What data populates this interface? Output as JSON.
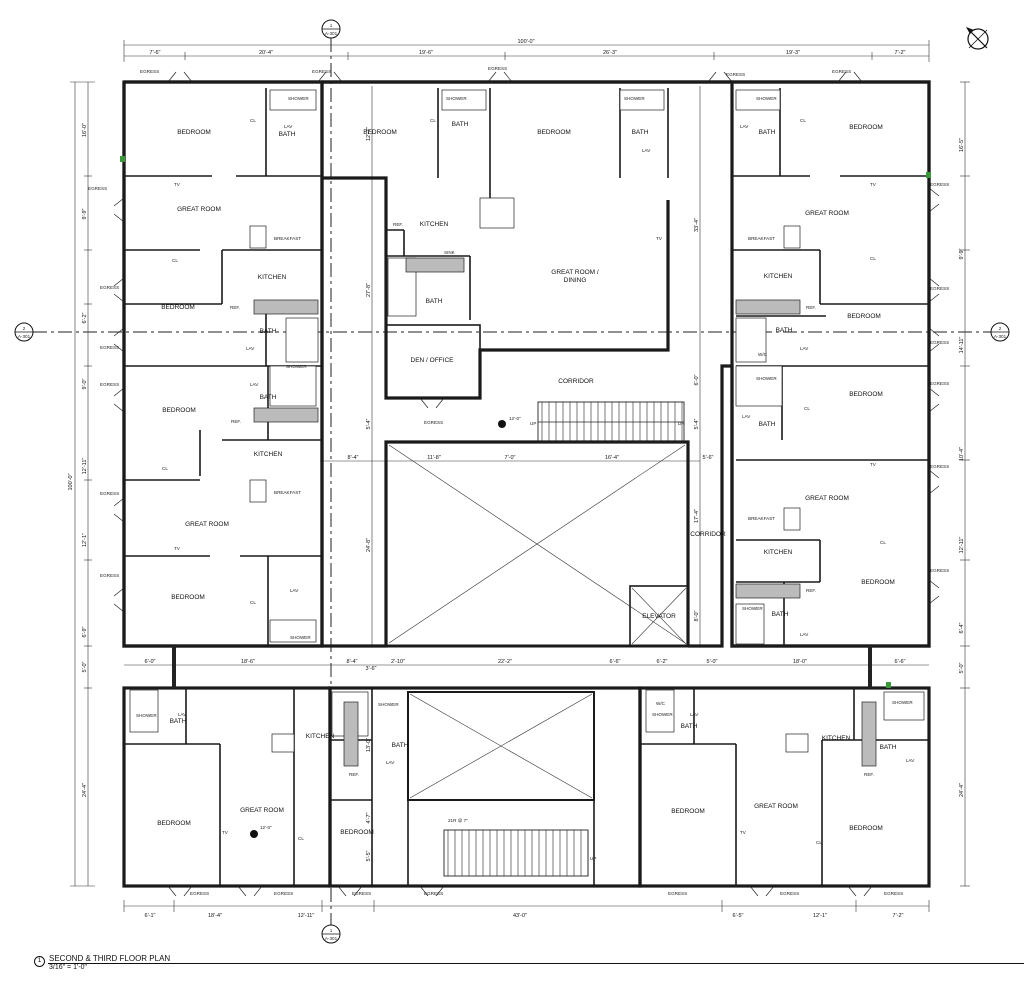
{
  "drawing": {
    "title": "SECOND & THIRD FLOOR PLAN",
    "scale": "3/16\" = 1'-0\"",
    "view_number": "1"
  },
  "section_markers": {
    "top": {
      "num": "1",
      "sheet": "A-301"
    },
    "bottom": {
      "num": "1",
      "sheet": "A-301"
    },
    "left": {
      "num": "2",
      "sheet": "A-301"
    },
    "right": {
      "num": "2",
      "sheet": "A-301"
    }
  },
  "top_dimensions": {
    "overall": "100'-0\"",
    "segments": [
      "7'-6\"",
      "20'-4\"",
      "19'-6\"",
      "26'-3\"",
      "19'-3\"",
      "7'-2\""
    ]
  },
  "bottom_dimensions": {
    "segments": [
      "6'-1\"",
      "18'-4\"",
      "12'-11\"",
      "43'-0\"",
      "6'-5\"",
      "12'-1\"",
      "7'-2\""
    ]
  },
  "left_dimensions": {
    "overall": "100'-0\"",
    "segments": [
      "16'-0\"",
      "9'-9\"",
      "6'-2\"",
      "9'-0\"",
      "12'-11\"",
      "12'-1\"",
      "6'-9\"",
      "5'-0\"",
      "24'-4\""
    ]
  },
  "right_dimensions": {
    "segments": [
      "16'-5\"",
      "9'-9\"",
      "14'-11\"",
      "10'-4\"",
      "12'-11\"",
      "6'-4\"",
      "5'-0\"",
      "24'-4\""
    ]
  },
  "interior_dimensions": {
    "courtyard_top": [
      "8'-4\"",
      "11'-8\"",
      "7'-0\"",
      "16'-4\"",
      "5'-6\""
    ],
    "lower_row": [
      "6'-0\"",
      "18'-6\"",
      "8'-4\"",
      "3'-6\"",
      "2'-10\"",
      "22'-2\"",
      "6'-6\"",
      "6'-2\"",
      "5'-0\"",
      "18'-0\"",
      "6'-6\""
    ],
    "vertical": [
      "12'-7\"",
      "27'-8\"",
      "5'-4\"",
      "24'-8\"",
      "33'-4\"",
      "6'-0\"",
      "5'-4\"",
      "17'-4\"",
      "8'-0\"",
      "13'-0\"",
      "4'-7\"",
      "5'-5\""
    ]
  },
  "rooms": {
    "bedroom": "BEDROOM",
    "bath": "BATH",
    "great_room": "GREAT ROOM",
    "kitchen": "KITCHEN",
    "great_room_dining_1": "GREAT ROOM /",
    "great_room_dining_2": "DINING",
    "den_office": "DEN / OFFICE",
    "corridor": "CORRIDOR",
    "elevator": "ELEVATOR"
  },
  "fixture_labels": {
    "egress": "EGRESS",
    "shower": "SHOWER",
    "lav": "LAV",
    "wc": "W/C",
    "cl": "CL",
    "tv": "TV",
    "ref": "REF.",
    "breakfast": "BREAKFAST",
    "sink": "SINK"
  },
  "stair_upper": {
    "height": "12'-0\"",
    "up": "UP",
    "dn": "DN"
  },
  "stair_lower": {
    "risers": "21R @ 7\"",
    "up": "UP"
  },
  "spot_elevation_lower": "12'-0\"",
  "colors": {
    "line": "#1a1a1a",
    "accent_marker": "#3a9a3a",
    "background": "#ffffff"
  }
}
